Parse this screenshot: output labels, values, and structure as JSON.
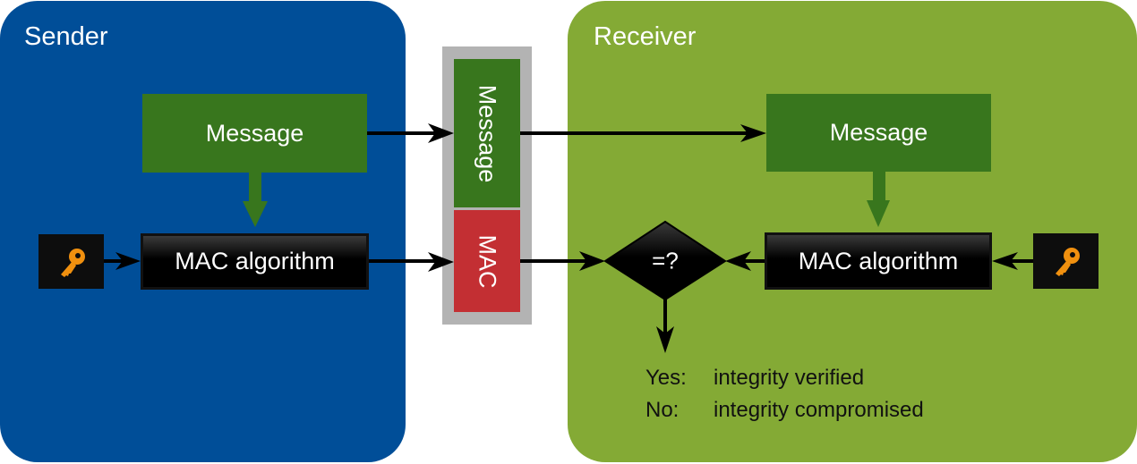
{
  "sender": {
    "title": "Sender",
    "message_label": "Message",
    "mac_algorithm_label": "MAC algorithm",
    "key_icon": "key-icon"
  },
  "packet": {
    "message_label": "Message",
    "mac_label": "MAC"
  },
  "receiver": {
    "title": "Receiver",
    "message_label": "Message",
    "mac_algorithm_label": "MAC algorithm",
    "key_icon": "key-icon",
    "compare_label": "=?",
    "results": [
      {
        "key": "Yes:",
        "value": "integrity verified"
      },
      {
        "key": "No:",
        "value": "integrity compromised"
      }
    ]
  },
  "colors": {
    "sender_bg": "#004e98",
    "receiver_bg": "#84aa35",
    "message_green": "#38761d",
    "mac_red": "#c32f33",
    "packet_frame": "#b3b3b3",
    "key_orange": "#f0900f"
  }
}
